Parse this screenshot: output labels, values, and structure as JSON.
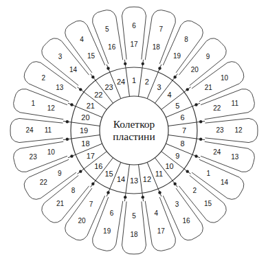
{
  "diagram": {
    "nodes": [
      {
        "text": [
          "Колеткор пластини"
        ]
      }
    ],
    "labels": [
      "1",
      "2",
      "3",
      "4",
      "5",
      "6",
      "7",
      "8",
      "9",
      "10",
      "11",
      "12",
      "13",
      "14",
      "15",
      "16",
      "17",
      "18",
      "19",
      "20",
      "21",
      "22",
      "23",
      "24",
      "18",
      "7",
      "19",
      "8",
      "20",
      "9",
      "21",
      "10",
      "22",
      "11",
      "23",
      "12",
      "24",
      "13",
      "1",
      "14",
      "2",
      "15",
      "3",
      "16",
      "4",
      "17",
      "5",
      "18",
      "6",
      "19",
      "7",
      "20",
      "8",
      "21",
      "9",
      "22",
      "10",
      "23",
      "11",
      "24",
      "12",
      "1",
      "13",
      "2",
      "14",
      "3",
      "15",
      "4",
      "16",
      "5",
      "17",
      "6"
    ]
  }
}
